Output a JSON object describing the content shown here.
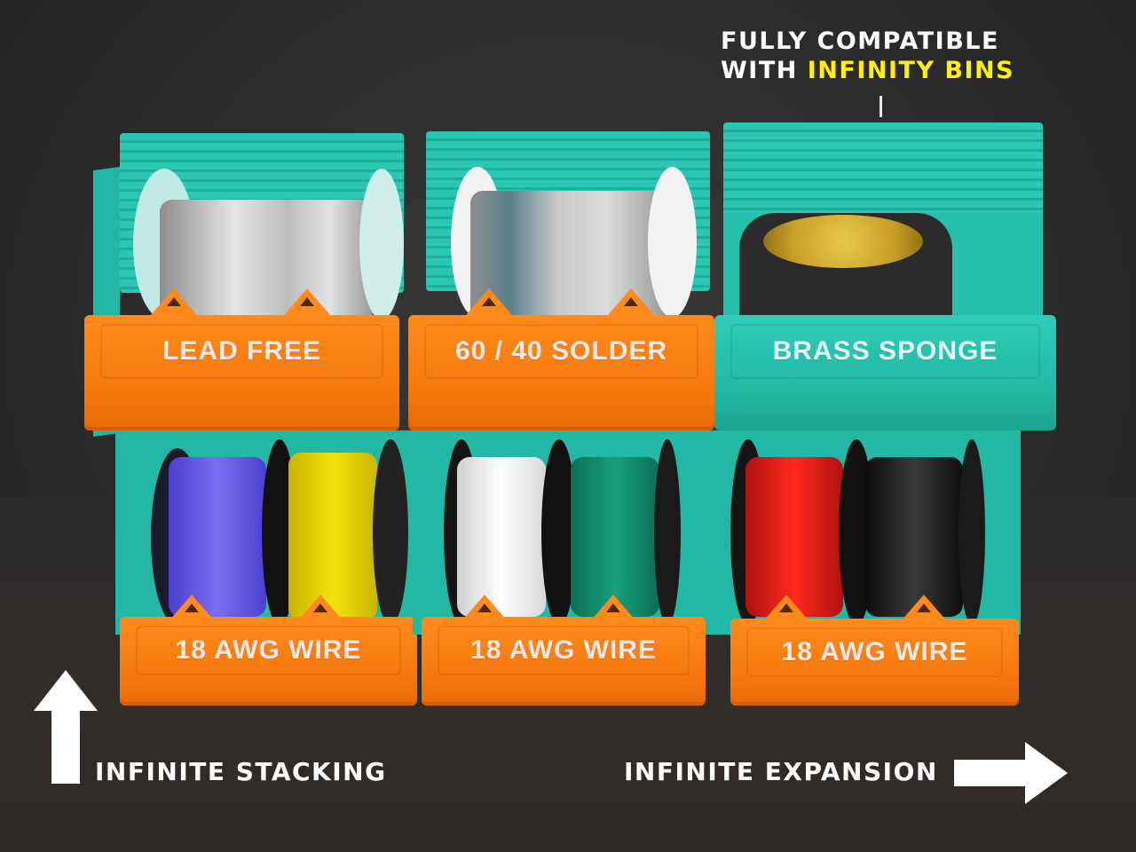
{
  "scene": {
    "description": "Product photo of stacked 3D-printed teal parts bins with orange front labels holding solder and wire spools",
    "colors": {
      "background": "#2b2b2b",
      "bin_teal": "#2ac7b3",
      "label_orange": "#f77a0e",
      "caption_white": "#ffffff",
      "caption_highlight": "#fff200"
    }
  },
  "captions": {
    "compatibility_line1": "FULLY COMPATIBLE",
    "compatibility_line2_prefix": "WITH ",
    "compatibility_line2_highlight": "INFINITY BINS",
    "stacking": "INFINITE STACKING",
    "expansion": "INFINITE EXPANSION"
  },
  "icons": {
    "stacking_arrow": "arrow-up-icon",
    "expansion_arrow": "arrow-right-icon"
  },
  "bins": {
    "top_row": [
      {
        "label": "LEAD FREE",
        "front_color": "orange",
        "contents": "silver solder wire spool"
      },
      {
        "label": "60 / 40 SOLDER",
        "front_color": "orange",
        "contents": "solder wire spool"
      },
      {
        "label": "BRASS SPONGE",
        "front_color": "teal",
        "contents": "brass sponge tip cleaner"
      }
    ],
    "bottom_row": [
      {
        "label": "18 AWG WIRE",
        "front_color": "orange",
        "contents": "blue and yellow wire spools"
      },
      {
        "label": "18 AWG WIRE",
        "front_color": "orange",
        "contents": "white and green wire spools"
      },
      {
        "label": "18 AWG WIRE",
        "front_color": "orange",
        "contents": "red and black wire spools"
      }
    ]
  }
}
